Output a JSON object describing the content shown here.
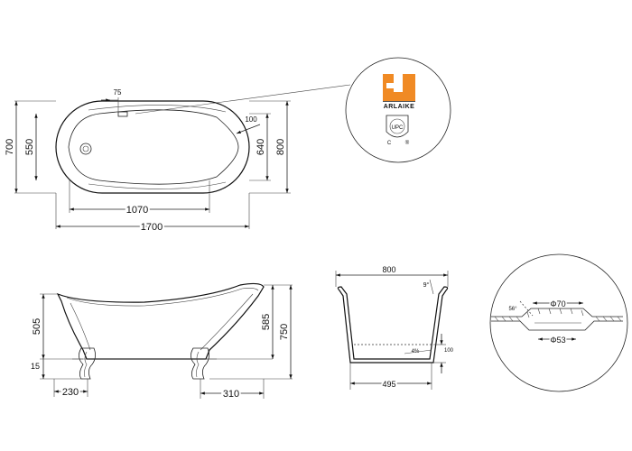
{
  "top_view": {
    "dims": {
      "faucet_offset": "75",
      "rim_width": "100",
      "inner_width": "550",
      "outer_width": "700",
      "inner_length_w": "640",
      "outer_width_right": "800",
      "inner_length": "1070",
      "overall_length": "1700"
    }
  },
  "logo": {
    "brand_text": "ARLAIKE",
    "cert_text": "UPC",
    "mark_c": "C",
    "mark_r": "®"
  },
  "side_view": {
    "dims": {
      "inner_depth": "505",
      "foot_gap": "15",
      "foot_left": "230",
      "inner_height": "585",
      "overall_height": "750",
      "foot_right": "310"
    }
  },
  "section_view": {
    "dims": {
      "top_width": "800",
      "angle": "9°",
      "drain_height": "100",
      "slope": "4%",
      "bottom_width": "495"
    }
  },
  "drain_detail": {
    "dims": {
      "angle": "56°",
      "outer_diameter": "Φ70",
      "inner_diameter": "Φ53"
    }
  }
}
